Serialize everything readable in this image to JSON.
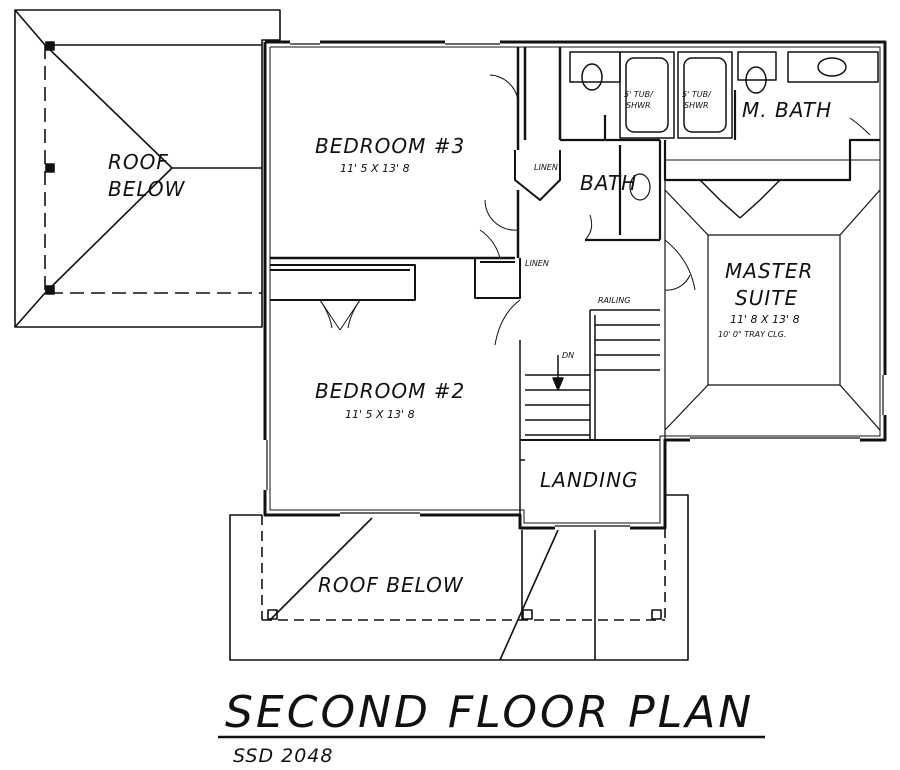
{
  "plan": {
    "title": "SECOND FLOOR PLAN",
    "code": "SSD 2048"
  },
  "rooms": {
    "roof_left": {
      "line1": "ROOF",
      "line2": "BELOW"
    },
    "roof_bottom": {
      "label": "ROOF BELOW"
    },
    "bedroom3": {
      "name": "BEDROOM #3",
      "dims": "11' 5 X 13' 8"
    },
    "bedroom2": {
      "name": "BEDROOM #2",
      "dims": "11' 5 X 13' 8"
    },
    "master": {
      "line1": "MASTER",
      "line2": "SUITE",
      "dims": "11' 8 X 13' 8",
      "ceiling": "10' 0\" TRAY CLG."
    },
    "bath": {
      "name": "BATH"
    },
    "mbath": {
      "name": "M. BATH"
    },
    "landing": {
      "name": "LANDING"
    },
    "linen_top": {
      "name": "LINEN"
    },
    "linen_mid": {
      "name": "LINEN"
    },
    "railing": {
      "name": "RAILING"
    },
    "down": {
      "name": "DN"
    },
    "tub1": {
      "line1": "5' TUB/",
      "line2": "SHWR"
    },
    "tub2": {
      "line1": "5' TUB/",
      "line2": "SHWR"
    }
  }
}
